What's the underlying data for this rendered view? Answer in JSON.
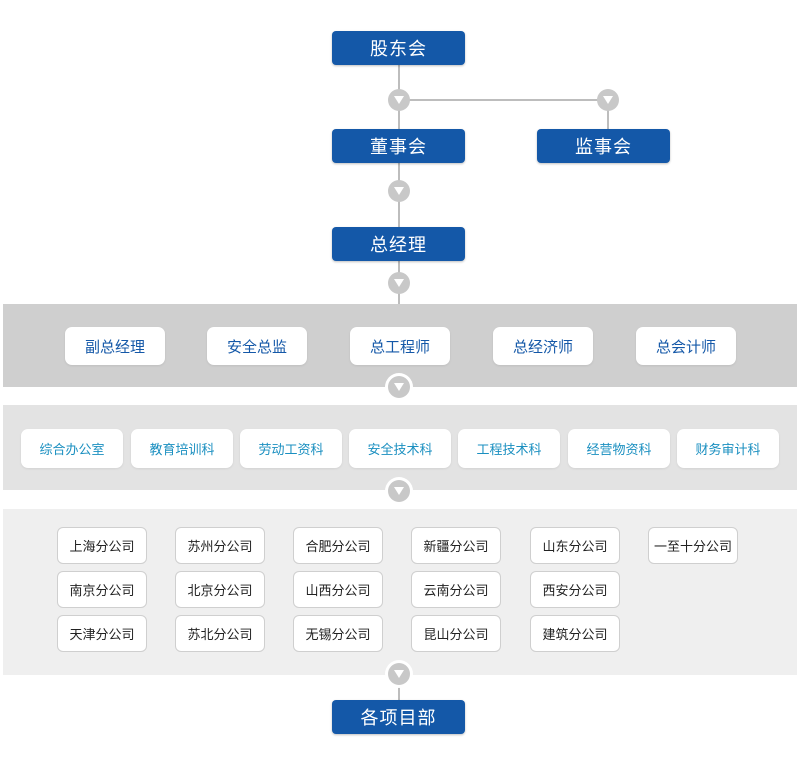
{
  "org": {
    "shareholders": "股东会",
    "board": "董事会",
    "supervisory": "监事会",
    "gm": "总经理",
    "executives": [
      "副总经理",
      "安全总监",
      "总工程师",
      "总经济师",
      "总会计师"
    ],
    "departments": [
      "综合办公室",
      "教育培训科",
      "劳动工资科",
      "安全技术科",
      "工程技术科",
      "经营物资科",
      "财务审计科"
    ],
    "branches": [
      [
        "上海分公司",
        "苏州分公司",
        "合肥分公司",
        "新疆分公司",
        "山东分公司",
        "一至十分公司"
      ],
      [
        "南京分公司",
        "北京分公司",
        "山西分公司",
        "云南分公司",
        "西安分公司"
      ],
      [
        "天津分公司",
        "苏北分公司",
        "无锡分公司",
        "昆山分公司",
        "建筑分公司"
      ]
    ],
    "projects": "各项目部"
  },
  "colors": {
    "primary": "#1458a8",
    "accent": "#1a8fc0",
    "connector": "#c8c8c8"
  }
}
